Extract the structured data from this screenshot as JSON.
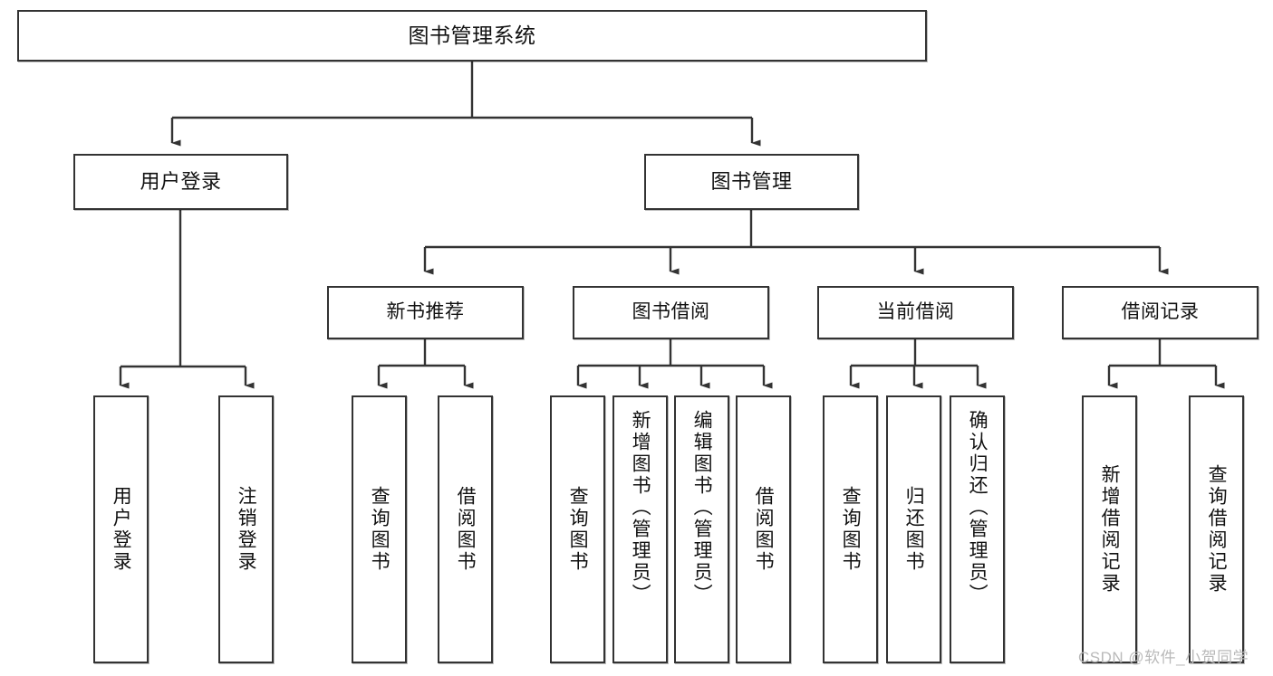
{
  "diagram": {
    "title": "图书管理系统",
    "watermark": "CSDN @软件_小贺同学",
    "colors": {
      "box_border": "#333333",
      "box_fill": "#ffffff",
      "edge": "#333333",
      "text": "#111111",
      "watermark": "#b9b9b9"
    },
    "levels": {
      "root": {
        "label": "图书管理系统"
      },
      "level2": [
        {
          "id": "user-login",
          "label": "用户登录"
        },
        {
          "id": "book-management",
          "label": "图书管理"
        }
      ],
      "level3": [
        {
          "id": "new-book-recommend",
          "label": "新书推荐",
          "parent": "book-management"
        },
        {
          "id": "book-borrow",
          "label": "图书借阅",
          "parent": "book-management"
        },
        {
          "id": "current-borrow",
          "label": "当前借阅",
          "parent": "book-management"
        },
        {
          "id": "borrow-record",
          "label": "借阅记录",
          "parent": "book-management"
        }
      ],
      "leaves": [
        {
          "id": "leaf-user-login",
          "label": "用户登录",
          "parent": "user-login"
        },
        {
          "id": "leaf-logout",
          "label": "注销登录",
          "parent": "user-login"
        },
        {
          "id": "leaf-query-book-1",
          "label": "查询图书",
          "parent": "new-book-recommend"
        },
        {
          "id": "leaf-borrow-book-1",
          "label": "借阅图书",
          "parent": "new-book-recommend"
        },
        {
          "id": "leaf-query-book-2",
          "label": "查询图书",
          "parent": "book-borrow"
        },
        {
          "id": "leaf-add-book",
          "label": "新增图书（管理员）",
          "parent": "book-borrow"
        },
        {
          "id": "leaf-edit-book",
          "label": "编辑图书（管理员）",
          "parent": "book-borrow"
        },
        {
          "id": "leaf-borrow-book-2",
          "label": "借阅图书",
          "parent": "book-borrow"
        },
        {
          "id": "leaf-query-book-3",
          "label": "查询图书",
          "parent": "current-borrow"
        },
        {
          "id": "leaf-return-book",
          "label": "归还图书",
          "parent": "current-borrow"
        },
        {
          "id": "leaf-confirm-return",
          "label": "确认归还（管理员）",
          "parent": "current-borrow"
        },
        {
          "id": "leaf-add-record",
          "label": "新增借阅记录",
          "parent": "borrow-record"
        },
        {
          "id": "leaf-query-record",
          "label": "查询借阅记录",
          "parent": "borrow-record"
        }
      ]
    }
  }
}
